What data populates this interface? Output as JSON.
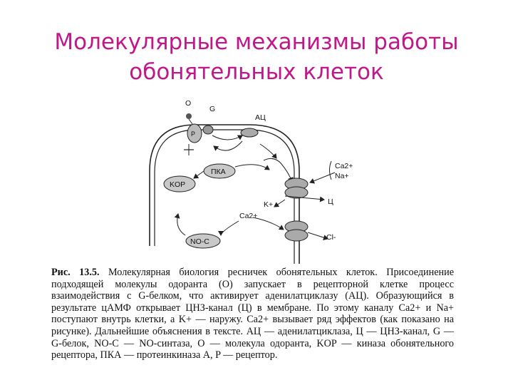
{
  "slide": {
    "title_line1": "Молекулярные механизмы работы",
    "title_line2": "обонятельных клеток",
    "title_color": "#c0188a"
  },
  "diagram": {
    "labels": {
      "odorant": "O",
      "g_protein": "G",
      "ac": "АЦ",
      "receptor": "P",
      "pka": "ПКА",
      "kor": "KOP",
      "ca_in": "Ca2+",
      "na_in": "Na+",
      "channel": "Ц",
      "k_ion": "K+",
      "ca_inside": "Ca2+",
      "cl_ion": "Cl-",
      "no_synthase": "NO-C"
    }
  },
  "caption": {
    "figure_number": "Рис. 13.5.",
    "text": "Молекулярная биология ресничек обонятельных клеток. Присоединение подходящей молекулы одоранта (O) запускает в рецепторной клетке процесс взаимодействия с G-белком, что активирует аденилатциклазу (АЦ). Образующийся в результате цАМФ открывает ЦНЗ-канал (Ц) в мембране. По этому каналу Ca2+ и Na+ поступают внутрь клетки, а K+ — наружу. Ca2+ вызывает ряд эффектов (как показано на рисунке). Дальнейшие объяснения в тексте. АЦ — аденилатциклаза, Ц — ЦНЗ-канал, G — G-белок, NO-C — NO-синтаза, O — молекула одоранта, KOP — киназа обонятельного рецептора, ПКА — протеинкиназа A, P — рецептор."
  }
}
